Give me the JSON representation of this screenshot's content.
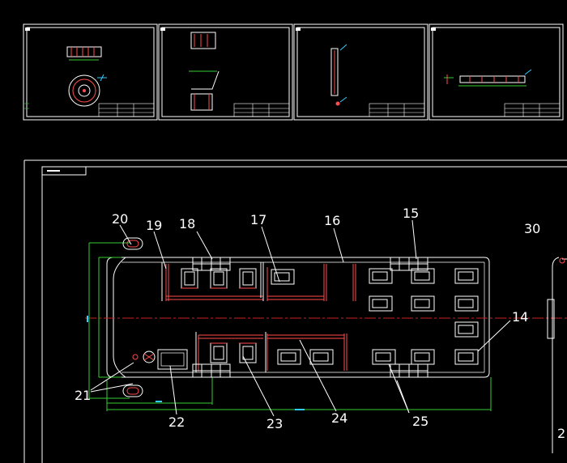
{
  "colors": {
    "background": "#000000",
    "frame": "#ffffff",
    "seat": "#ffffff",
    "rail": "#ff4d4d",
    "dimension": "#33cc33",
    "centerline": "#cc2222",
    "accent": "#33ccff",
    "title_block": "#ffffff"
  },
  "thumbnails": [
    {
      "name": "wheel-assembly-sheet"
    },
    {
      "name": "seat-detail-sheet"
    },
    {
      "name": "pillar-detail-sheet"
    },
    {
      "name": "rail-detail-sheet"
    }
  ],
  "callouts": [
    "20",
    "19",
    "18",
    "17",
    "16",
    "15",
    "30",
    "14",
    "21",
    "22",
    "23",
    "24",
    "25",
    "2"
  ]
}
